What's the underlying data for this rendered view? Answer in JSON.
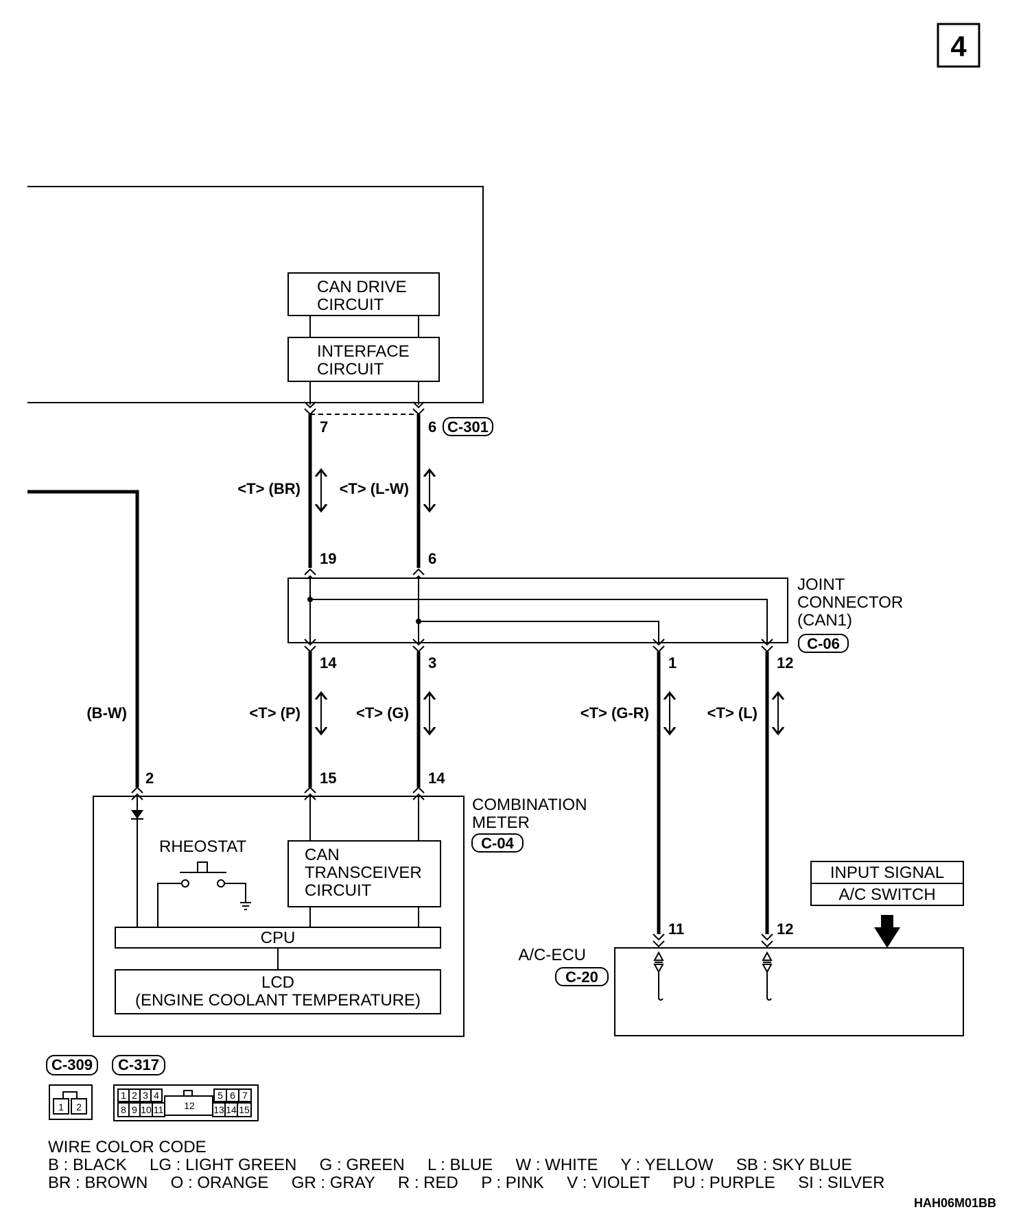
{
  "page_number": "4",
  "figure_code": "HAH06M01BB",
  "blocks": {
    "can_drive": [
      "CAN DRIVE",
      "CIRCUIT"
    ],
    "interface": [
      "INTERFACE",
      "CIRCUIT"
    ],
    "can_transceiver": [
      "CAN",
      "TRANSCEIVER",
      "CIRCUIT"
    ],
    "cpu": "CPU",
    "lcd": [
      "LCD",
      "(ENGINE COOLANT TEMPERATURE)"
    ],
    "input_signal": "INPUT SIGNAL",
    "ac_switch": "A/C SWITCH"
  },
  "labels": {
    "rheostat": "RHEOSTAT",
    "joint_connector": [
      "JOINT",
      "CONNECTOR",
      "(CAN1)"
    ],
    "combination_meter": [
      "COMBINATION",
      "METER"
    ],
    "ac_ecu": "A/C-ECU"
  },
  "connectors": {
    "c301": "C-301",
    "c06": "C-06",
    "c04": "C-04",
    "c20": "C-20",
    "c309": "C-309",
    "c317": "C-317"
  },
  "pins": {
    "c301_left": "7",
    "c301_right": "6",
    "c06_in_left": "19",
    "c06_in_right": "6",
    "c06_out": [
      "14",
      "3",
      "1",
      "12"
    ],
    "c04_left": "2",
    "c04_mid": "15",
    "c04_right": "14",
    "c20_left": "11",
    "c20_right": "12"
  },
  "wires": {
    "br": "<T> (BR)",
    "lw": "<T> (L-W)",
    "bw": "(B-W)",
    "p": "<T> (P)",
    "g": "<T> (G)",
    "gr": "<T> (G-R)",
    "l": "<T> (L)"
  },
  "c309_pins": [
    "1",
    "2"
  ],
  "c317_pins_top": [
    "1",
    "2",
    "3",
    "4",
    "5",
    "6",
    "7"
  ],
  "c317_pins_bottom": [
    "8",
    "9",
    "10",
    "11",
    "13",
    "14",
    "15"
  ],
  "c317_pin_center": "12",
  "wire_color_code": {
    "title": "WIRE COLOR CODE",
    "row1": "B : BLACK     LG : LIGHT GREEN     G : GREEN     L : BLUE     W : WHITE     Y : YELLOW     SB : SKY BLUE",
    "row2": "BR : BROWN     O : ORANGE     GR : GRAY     R : RED     P : PINK     V : VIOLET     PU : PURPLE     SI : SILVER"
  }
}
